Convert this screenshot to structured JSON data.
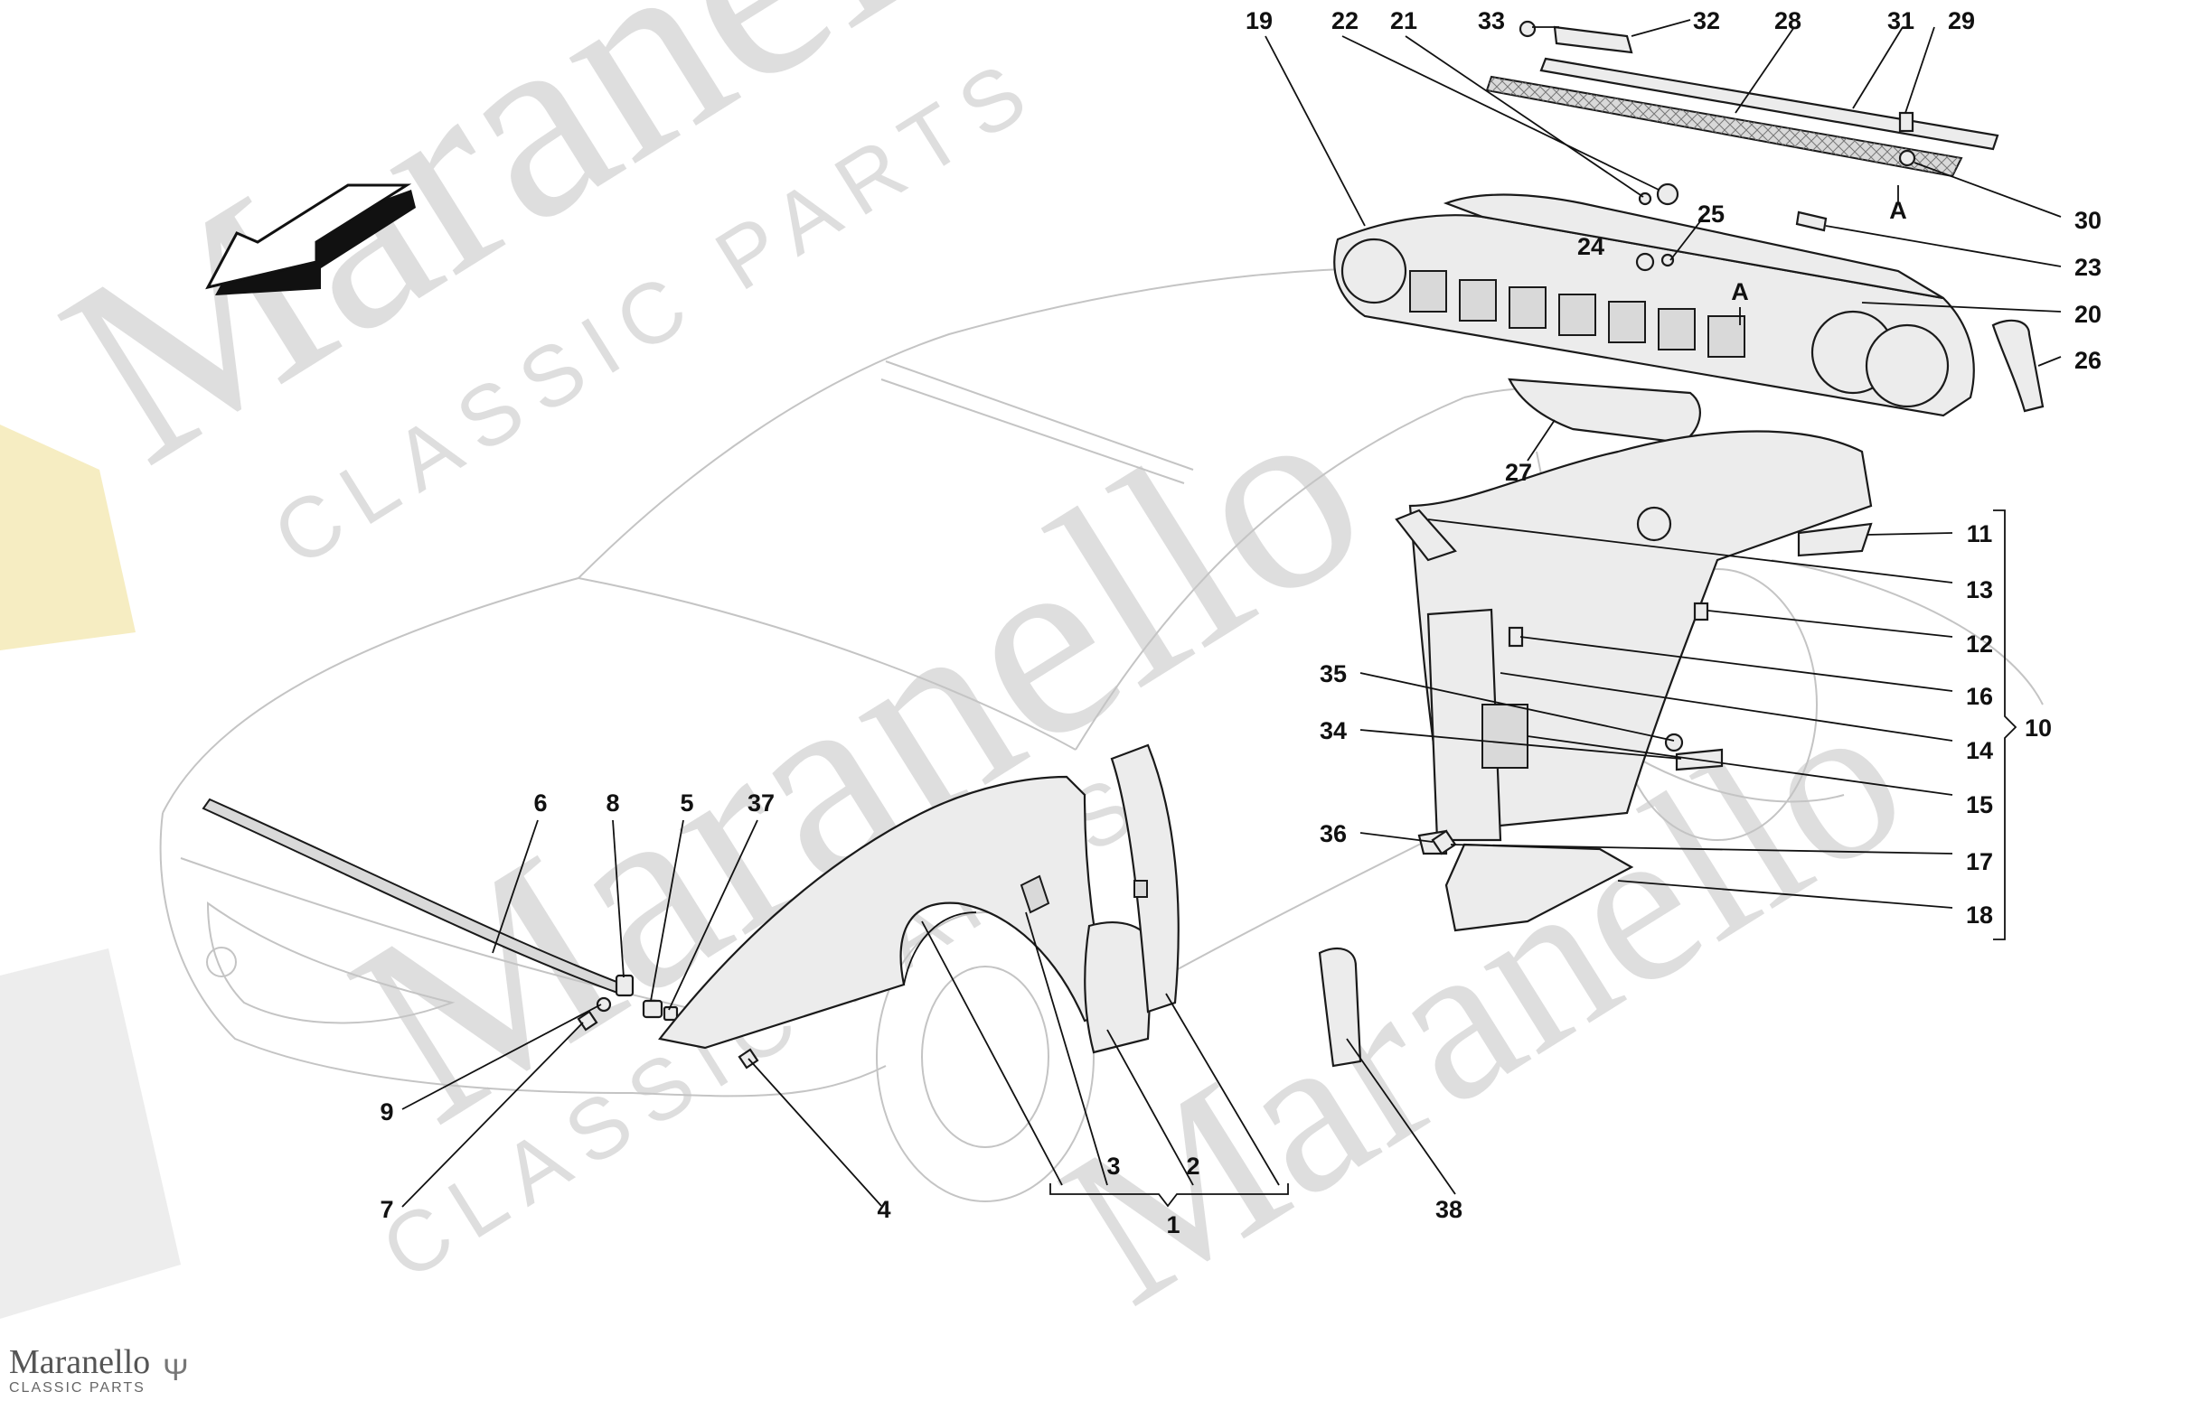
{
  "watermark": {
    "brand": "Maranello",
    "sub": "CLASSIC PARTS"
  },
  "footer": {
    "brand_name": "Maranello",
    "brand_sub": "CLASSIC PARTS",
    "trident_icon": "trident-icon"
  },
  "section_markers": [
    "A",
    "A"
  ],
  "callouts": [
    {
      "n": "19"
    },
    {
      "n": "22"
    },
    {
      "n": "21"
    },
    {
      "n": "33"
    },
    {
      "n": "32"
    },
    {
      "n": "28"
    },
    {
      "n": "31"
    },
    {
      "n": "29"
    },
    {
      "n": "30"
    },
    {
      "n": "25"
    },
    {
      "n": "24"
    },
    {
      "n": "23"
    },
    {
      "n": "20"
    },
    {
      "n": "26"
    },
    {
      "n": "27"
    },
    {
      "n": "11"
    },
    {
      "n": "13"
    },
    {
      "n": "12"
    },
    {
      "n": "16"
    },
    {
      "n": "14"
    },
    {
      "n": "10"
    },
    {
      "n": "35"
    },
    {
      "n": "15"
    },
    {
      "n": "34"
    },
    {
      "n": "36"
    },
    {
      "n": "17"
    },
    {
      "n": "18"
    },
    {
      "n": "6"
    },
    {
      "n": "8"
    },
    {
      "n": "5"
    },
    {
      "n": "37"
    },
    {
      "n": "9"
    },
    {
      "n": "7"
    },
    {
      "n": "4"
    },
    {
      "n": "3"
    },
    {
      "n": "2"
    },
    {
      "n": "1"
    },
    {
      "n": "38"
    }
  ]
}
